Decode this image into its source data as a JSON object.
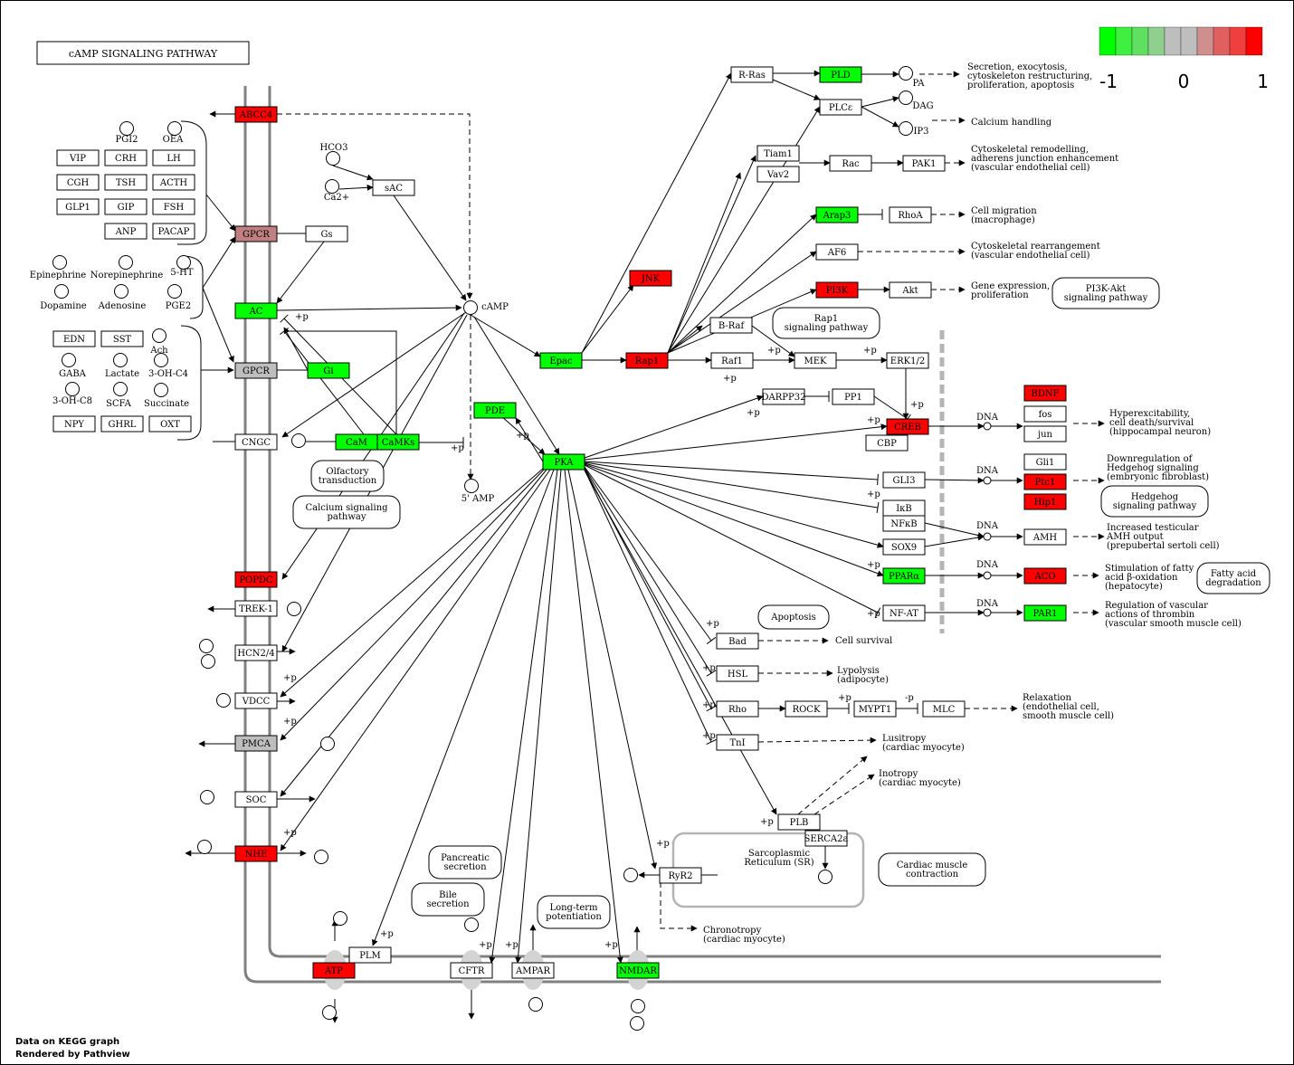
{
  "title": "cAMP SIGNALING PATHWAY",
  "footer": [
    "Data on KEGG graph",
    "Rendered by Pathview"
  ],
  "colors": {
    "high": "#ff0000",
    "low": "#00ff00",
    "mid": "#bebebe",
    "none": "#ffffff",
    "partial": "#c08080"
  },
  "legend": {
    "swatches": [
      "#00ff00",
      "#3fef3f",
      "#60e060",
      "#8fd08f",
      "#bebebe",
      "#bebebe",
      "#d08f8f",
      "#e06060",
      "#ef3f3f",
      "#ff0000"
    ],
    "labels": [
      "-1",
      "0",
      "1"
    ]
  },
  "genes": [
    {
      "id": "abcc4",
      "label": "ABCC4",
      "color": "#ff0000"
    },
    {
      "id": "gpcr1",
      "label": "GPCR",
      "color": "#c08080"
    },
    {
      "id": "gs",
      "label": "Gs",
      "color": "#ffffff"
    },
    {
      "id": "sac",
      "label": "sAC",
      "color": "#ffffff"
    },
    {
      "id": "ac",
      "label": "AC",
      "color": "#00ff00"
    },
    {
      "id": "gpcr2",
      "label": "GPCR",
      "color": "#bebebe"
    },
    {
      "id": "gi",
      "label": "Gi",
      "color": "#00ff00"
    },
    {
      "id": "cngc",
      "label": "CNGC",
      "color": "#ffffff"
    },
    {
      "id": "cam",
      "label": "CaM",
      "color": "#00ff00"
    },
    {
      "id": "camks",
      "label": "CaMKs",
      "color": "#00ff00"
    },
    {
      "id": "popdc",
      "label": "POPDC",
      "color": "#ff0000"
    },
    {
      "id": "trek1",
      "label": "TREK-1",
      "color": "#ffffff"
    },
    {
      "id": "hcn",
      "label": "HCN2/4",
      "color": "#ffffff"
    },
    {
      "id": "vdcc",
      "label": "VDCC",
      "color": "#ffffff"
    },
    {
      "id": "pmca",
      "label": "PMCA",
      "color": "#bebebe"
    },
    {
      "id": "soc",
      "label": "SOC",
      "color": "#ffffff"
    },
    {
      "id": "nhe",
      "label": "NHE",
      "color": "#ff0000"
    },
    {
      "id": "atp",
      "label": "ATP",
      "color": "#ff0000"
    },
    {
      "id": "plm",
      "label": "PLM",
      "color": "#ffffff"
    },
    {
      "id": "cftr",
      "label": "CFTR",
      "color": "#ffffff"
    },
    {
      "id": "ampar",
      "label": "AMPAR",
      "color": "#ffffff"
    },
    {
      "id": "nmdar",
      "label": "NMDAR",
      "color": "#00ff00"
    },
    {
      "id": "pde",
      "label": "PDE",
      "color": "#00ff00"
    },
    {
      "id": "pka",
      "label": "PKA",
      "color": "#00ff00"
    },
    {
      "id": "epac",
      "label": "Epac",
      "color": "#00ff00"
    },
    {
      "id": "rap1",
      "label": "Rap1",
      "color": "#ff0000"
    },
    {
      "id": "jnk",
      "label": "JNK",
      "color": "#ff0000"
    },
    {
      "id": "rras",
      "label": "R-Ras",
      "color": "#ffffff"
    },
    {
      "id": "pld",
      "label": "PLD",
      "color": "#00ff00"
    },
    {
      "id": "plce",
      "label": "PLCε",
      "color": "#ffffff"
    },
    {
      "id": "tiam1",
      "label": "Tiam1",
      "color": "#ffffff"
    },
    {
      "id": "vav2",
      "label": "Vav2",
      "color": "#ffffff"
    },
    {
      "id": "rac",
      "label": "Rac",
      "color": "#ffffff"
    },
    {
      "id": "pak1",
      "label": "PAK1",
      "color": "#ffffff"
    },
    {
      "id": "arap3",
      "label": "Arap3",
      "color": "#00ff00"
    },
    {
      "id": "rhoa",
      "label": "RhoA",
      "color": "#ffffff"
    },
    {
      "id": "af6",
      "label": "AF6",
      "color": "#ffffff"
    },
    {
      "id": "pi3k",
      "label": "PI3K",
      "color": "#ff0000"
    },
    {
      "id": "akt",
      "label": "Akt",
      "color": "#ffffff"
    },
    {
      "id": "braf",
      "label": "B-Raf",
      "color": "#ffffff"
    },
    {
      "id": "raf1",
      "label": "Raf1",
      "color": "#ffffff"
    },
    {
      "id": "mek",
      "label": "MEK",
      "color": "#ffffff"
    },
    {
      "id": "erk",
      "label": "ERK1/2",
      "color": "#ffffff"
    },
    {
      "id": "darpp",
      "label": "DARPP32",
      "color": "#ffffff"
    },
    {
      "id": "pp1",
      "label": "PP1",
      "color": "#ffffff"
    },
    {
      "id": "creb",
      "label": "CREB",
      "color": "#ff0000"
    },
    {
      "id": "cbp",
      "label": "CBP",
      "color": "#ffffff"
    },
    {
      "id": "gli3",
      "label": "GLI3",
      "color": "#ffffff"
    },
    {
      "id": "ikb",
      "label": "IκB",
      "color": "#ffffff"
    },
    {
      "id": "nfkb",
      "label": "NFκB",
      "color": "#ffffff"
    },
    {
      "id": "sox9",
      "label": "SOX9",
      "color": "#ffffff"
    },
    {
      "id": "ppara",
      "label": "PPARα",
      "color": "#00ff00"
    },
    {
      "id": "nfat",
      "label": "NF-AT",
      "color": "#ffffff"
    },
    {
      "id": "bdnf",
      "label": "BDNF",
      "color": "#ff0000"
    },
    {
      "id": "fos",
      "label": "fos",
      "color": "#ffffff"
    },
    {
      "id": "jun",
      "label": "jun",
      "color": "#ffffff"
    },
    {
      "id": "gli1",
      "label": "Gli1",
      "color": "#ffffff"
    },
    {
      "id": "ptc1",
      "label": "Ptc1",
      "color": "#ff0000"
    },
    {
      "id": "hip1",
      "label": "Hip1",
      "color": "#ff0000"
    },
    {
      "id": "amh",
      "label": "AMH",
      "color": "#ffffff"
    },
    {
      "id": "aco",
      "label": "ACO",
      "color": "#ff0000"
    },
    {
      "id": "par1",
      "label": "PAR1",
      "color": "#00ff00"
    },
    {
      "id": "bad",
      "label": "Bad",
      "color": "#ffffff"
    },
    {
      "id": "hsl",
      "label": "HSL",
      "color": "#ffffff"
    },
    {
      "id": "rho",
      "label": "Rho",
      "color": "#ffffff"
    },
    {
      "id": "rock",
      "label": "ROCK",
      "color": "#ffffff"
    },
    {
      "id": "mypt1",
      "label": "MYPT1",
      "color": "#ffffff"
    },
    {
      "id": "mlc",
      "label": "MLC",
      "color": "#ffffff"
    },
    {
      "id": "tni",
      "label": "TnI",
      "color": "#ffffff"
    },
    {
      "id": "plb",
      "label": "PLB",
      "color": "#ffffff"
    },
    {
      "id": "serca",
      "label": "SERCA2a",
      "color": "#ffffff"
    },
    {
      "id": "ryr2",
      "label": "RyR2",
      "color": "#ffffff"
    },
    {
      "id": "vip",
      "label": "VIP",
      "color": "#ffffff"
    },
    {
      "id": "crh",
      "label": "CRH",
      "color": "#ffffff"
    },
    {
      "id": "lh",
      "label": "LH",
      "color": "#ffffff"
    },
    {
      "id": "cgh",
      "label": "CGH",
      "color": "#ffffff"
    },
    {
      "id": "tsh",
      "label": "TSH",
      "color": "#ffffff"
    },
    {
      "id": "acth",
      "label": "ACTH",
      "color": "#ffffff"
    },
    {
      "id": "glp1",
      "label": "GLP1",
      "color": "#ffffff"
    },
    {
      "id": "gip",
      "label": "GIP",
      "color": "#ffffff"
    },
    {
      "id": "fsh",
      "label": "FSH",
      "color": "#ffffff"
    },
    {
      "id": "anp",
      "label": "ANP",
      "color": "#ffffff"
    },
    {
      "id": "pacap",
      "label": "PACAP",
      "color": "#ffffff"
    },
    {
      "id": "edn",
      "label": "EDN",
      "color": "#ffffff"
    },
    {
      "id": "sst",
      "label": "SST",
      "color": "#ffffff"
    },
    {
      "id": "npy",
      "label": "NPY",
      "color": "#ffffff"
    },
    {
      "id": "ghrl",
      "label": "GHRL",
      "color": "#ffffff"
    },
    {
      "id": "oxt",
      "label": "OXT",
      "color": "#ffffff"
    }
  ],
  "compounds": [
    {
      "id": "pgi2",
      "label": "PGI2"
    },
    {
      "id": "oea",
      "label": "OEA"
    },
    {
      "id": "epi",
      "label": "Epinephrine"
    },
    {
      "id": "nor",
      "label": "Norepinephrine"
    },
    {
      "id": "ht5",
      "label": "5-HT"
    },
    {
      "id": "dop",
      "label": "Dopamine"
    },
    {
      "id": "ade",
      "label": "Adenosine"
    },
    {
      "id": "pge2",
      "label": "PGE2"
    },
    {
      "id": "ach",
      "label": "Ach"
    },
    {
      "id": "gaba",
      "label": "GABA"
    },
    {
      "id": "lac",
      "label": "Lactate"
    },
    {
      "id": "ohc4",
      "label": "3-OH-C4"
    },
    {
      "id": "ohc8",
      "label": "3-OH-C8"
    },
    {
      "id": "scfa",
      "label": "SCFA"
    },
    {
      "id": "suc",
      "label": "Succinate"
    },
    {
      "id": "hco3",
      "label": "HCO3"
    },
    {
      "id": "ca_sac",
      "label": "Ca2+"
    },
    {
      "id": "camp",
      "label": "cAMP"
    },
    {
      "id": "amp5",
      "label": "5' AMP"
    },
    {
      "id": "pa",
      "label": "PA"
    },
    {
      "id": "dag",
      "label": "DAG"
    },
    {
      "id": "ip3",
      "label": "IP3"
    }
  ],
  "texts": {
    "secretion": [
      "Secretion, exocytosis,",
      "cytoskeleton restructuring,",
      "proliferation, apoptosis"
    ],
    "calcium_handling": "Calcium handling",
    "cytoskeletal_remodel": [
      "Cytoskeletal remodelling,",
      "adherens junction enhancement",
      "(vascular endothelial cell)"
    ],
    "cell_migration": [
      "Cell migration",
      "(macrophage)"
    ],
    "cytoskeletal_rearr": [
      "Cytoskeletal rearrangement",
      "(vascular endothelial cell)"
    ],
    "gene_expr": [
      "Gene expression,",
      "proliferation"
    ],
    "pi3k_path": [
      "PI3K-Akt",
      "signaling pathway"
    ],
    "rap1_path": [
      "Rap1",
      "signaling pathway"
    ],
    "hyperexc": [
      "Hyperexcitability,",
      "cell death/survival",
      "(hippocampal neuron)"
    ],
    "downreg": [
      "Downregulation of",
      "Hedgehog signaling",
      "(embryonic fibroblast)"
    ],
    "hedgehog": [
      "Hedgehog",
      "signaling pathway"
    ],
    "amh_out": [
      "Increased testicular",
      "AMH output",
      "(prepubertal sertoli cell)"
    ],
    "fatty_stim": [
      "Stimulation of fatty",
      "acid β-oxidation",
      "(hepatocyte)"
    ],
    "fatty_deg": [
      "Fatty acid",
      "degradation"
    ],
    "vasc_reg": [
      "Regulation of vascular",
      "actions of thrombin",
      "(vascular smooth muscle cell)"
    ],
    "apoptosis": "Apoptosis",
    "cell_survival": "Cell survival",
    "lipolysis": [
      "Lypolysis",
      "(adipocyte)"
    ],
    "relaxation": [
      "Relaxation",
      "(endothelial cell,",
      "smooth muscle cell)"
    ],
    "lusitropy": [
      "Lusitropy",
      "(cardiac myocyte)"
    ],
    "inotropy": [
      "Inotropy",
      "(cardiac myocyte)"
    ],
    "chronotropy": [
      "Chronotropy",
      "(cardiac myocyte)"
    ],
    "sr": [
      "Sarcoplasmic",
      "Reticulum (SR)"
    ],
    "cardiac_contr": [
      "Cardiac muscle",
      "contraction"
    ],
    "olfactory": [
      "Olfactory",
      "transduction"
    ],
    "calcium_sig": [
      "Calcium signaling",
      "pathway"
    ],
    "pancreatic": [
      "Pancreatic",
      "secretion"
    ],
    "bile": [
      "Bile",
      "secretion"
    ],
    "ltp": [
      "Long-term",
      "potentiation"
    ],
    "dna": "DNA",
    "plus_p": "+p",
    "minus_p": "-p"
  }
}
